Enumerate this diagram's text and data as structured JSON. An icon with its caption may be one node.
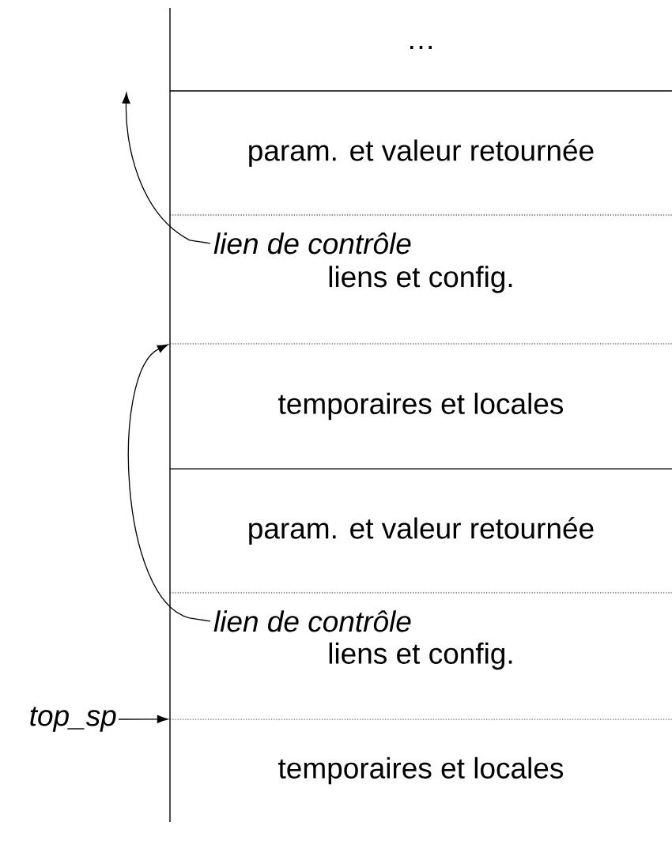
{
  "diagram": {
    "nodes": [
      {
        "text": [
          "…"
        ]
      },
      {
        "text": [
          "param. et valeur retournée"
        ]
      },
      {
        "text": [
          "liens et config."
        ]
      },
      {
        "text": [
          "lien de contrôle"
        ],
        "in": 2
      },
      {
        "text": [
          "temporaires et locales"
        ]
      },
      {
        "text": [
          "param. et valeur retournée"
        ]
      },
      {
        "text": [
          "liens et config."
        ]
      },
      {
        "text": [
          "lien de contrôle"
        ],
        "in": 6
      },
      {
        "text": [
          "temporaires et locales"
        ]
      },
      {
        "text": [
          "top_sp"
        ]
      }
    ],
    "edges": [
      {
        "from": 3,
        "to": null,
        "arrow": "to"
      },
      {
        "from": 7,
        "to": 4,
        "arrow": "to"
      },
      {
        "from": 9,
        "to": 8,
        "arrow": "to"
      }
    ]
  }
}
